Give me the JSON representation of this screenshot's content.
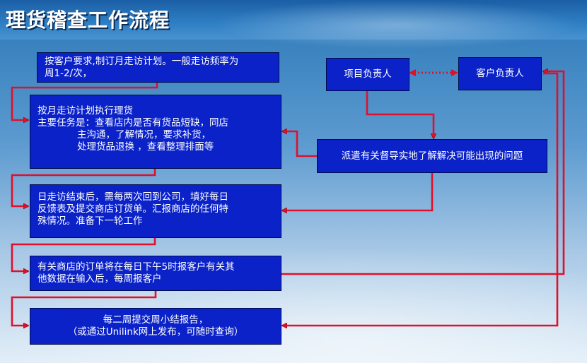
{
  "title": "理货稽查工作流程",
  "boxes": {
    "b1": {
      "lines": [
        "按客户要求,制订月走访计划。一般走访频率为",
        "周1-2/次，"
      ]
    },
    "b2": {
      "lines": [
        "按月走访计划执行理货",
        "主要任务是：查看店内是否有货品短缺，同店",
        "主沟通，了解情况，要求补货，",
        "处理货品退换 ，查看整理排面等"
      ]
    },
    "b3": {
      "lines": [
        "日走访结束后，需每两次回到公司，填好每日",
        "反馈表及提交商店订货单。汇报商店的任何特",
        "殊情况。准备下一轮工作"
      ]
    },
    "b4": {
      "lines": [
        "有关商店的订单将在每日下午5时报客户有关其",
        "他数据在输入后，每周报客户"
      ]
    },
    "b5": {
      "lines": [
        "每二周提交周小结报告，",
        "（或通过Unilink网上发布，可随时查询）"
      ]
    },
    "r1": {
      "label": "项目负责人"
    },
    "r2": {
      "label": "客户负责人"
    },
    "r3": {
      "label": "派遣有关督导实地了解解决可能出现的问题"
    }
  },
  "colors": {
    "box": "#0a22c8",
    "arrow": "#e0102a",
    "banner": "#1b5fa6"
  }
}
